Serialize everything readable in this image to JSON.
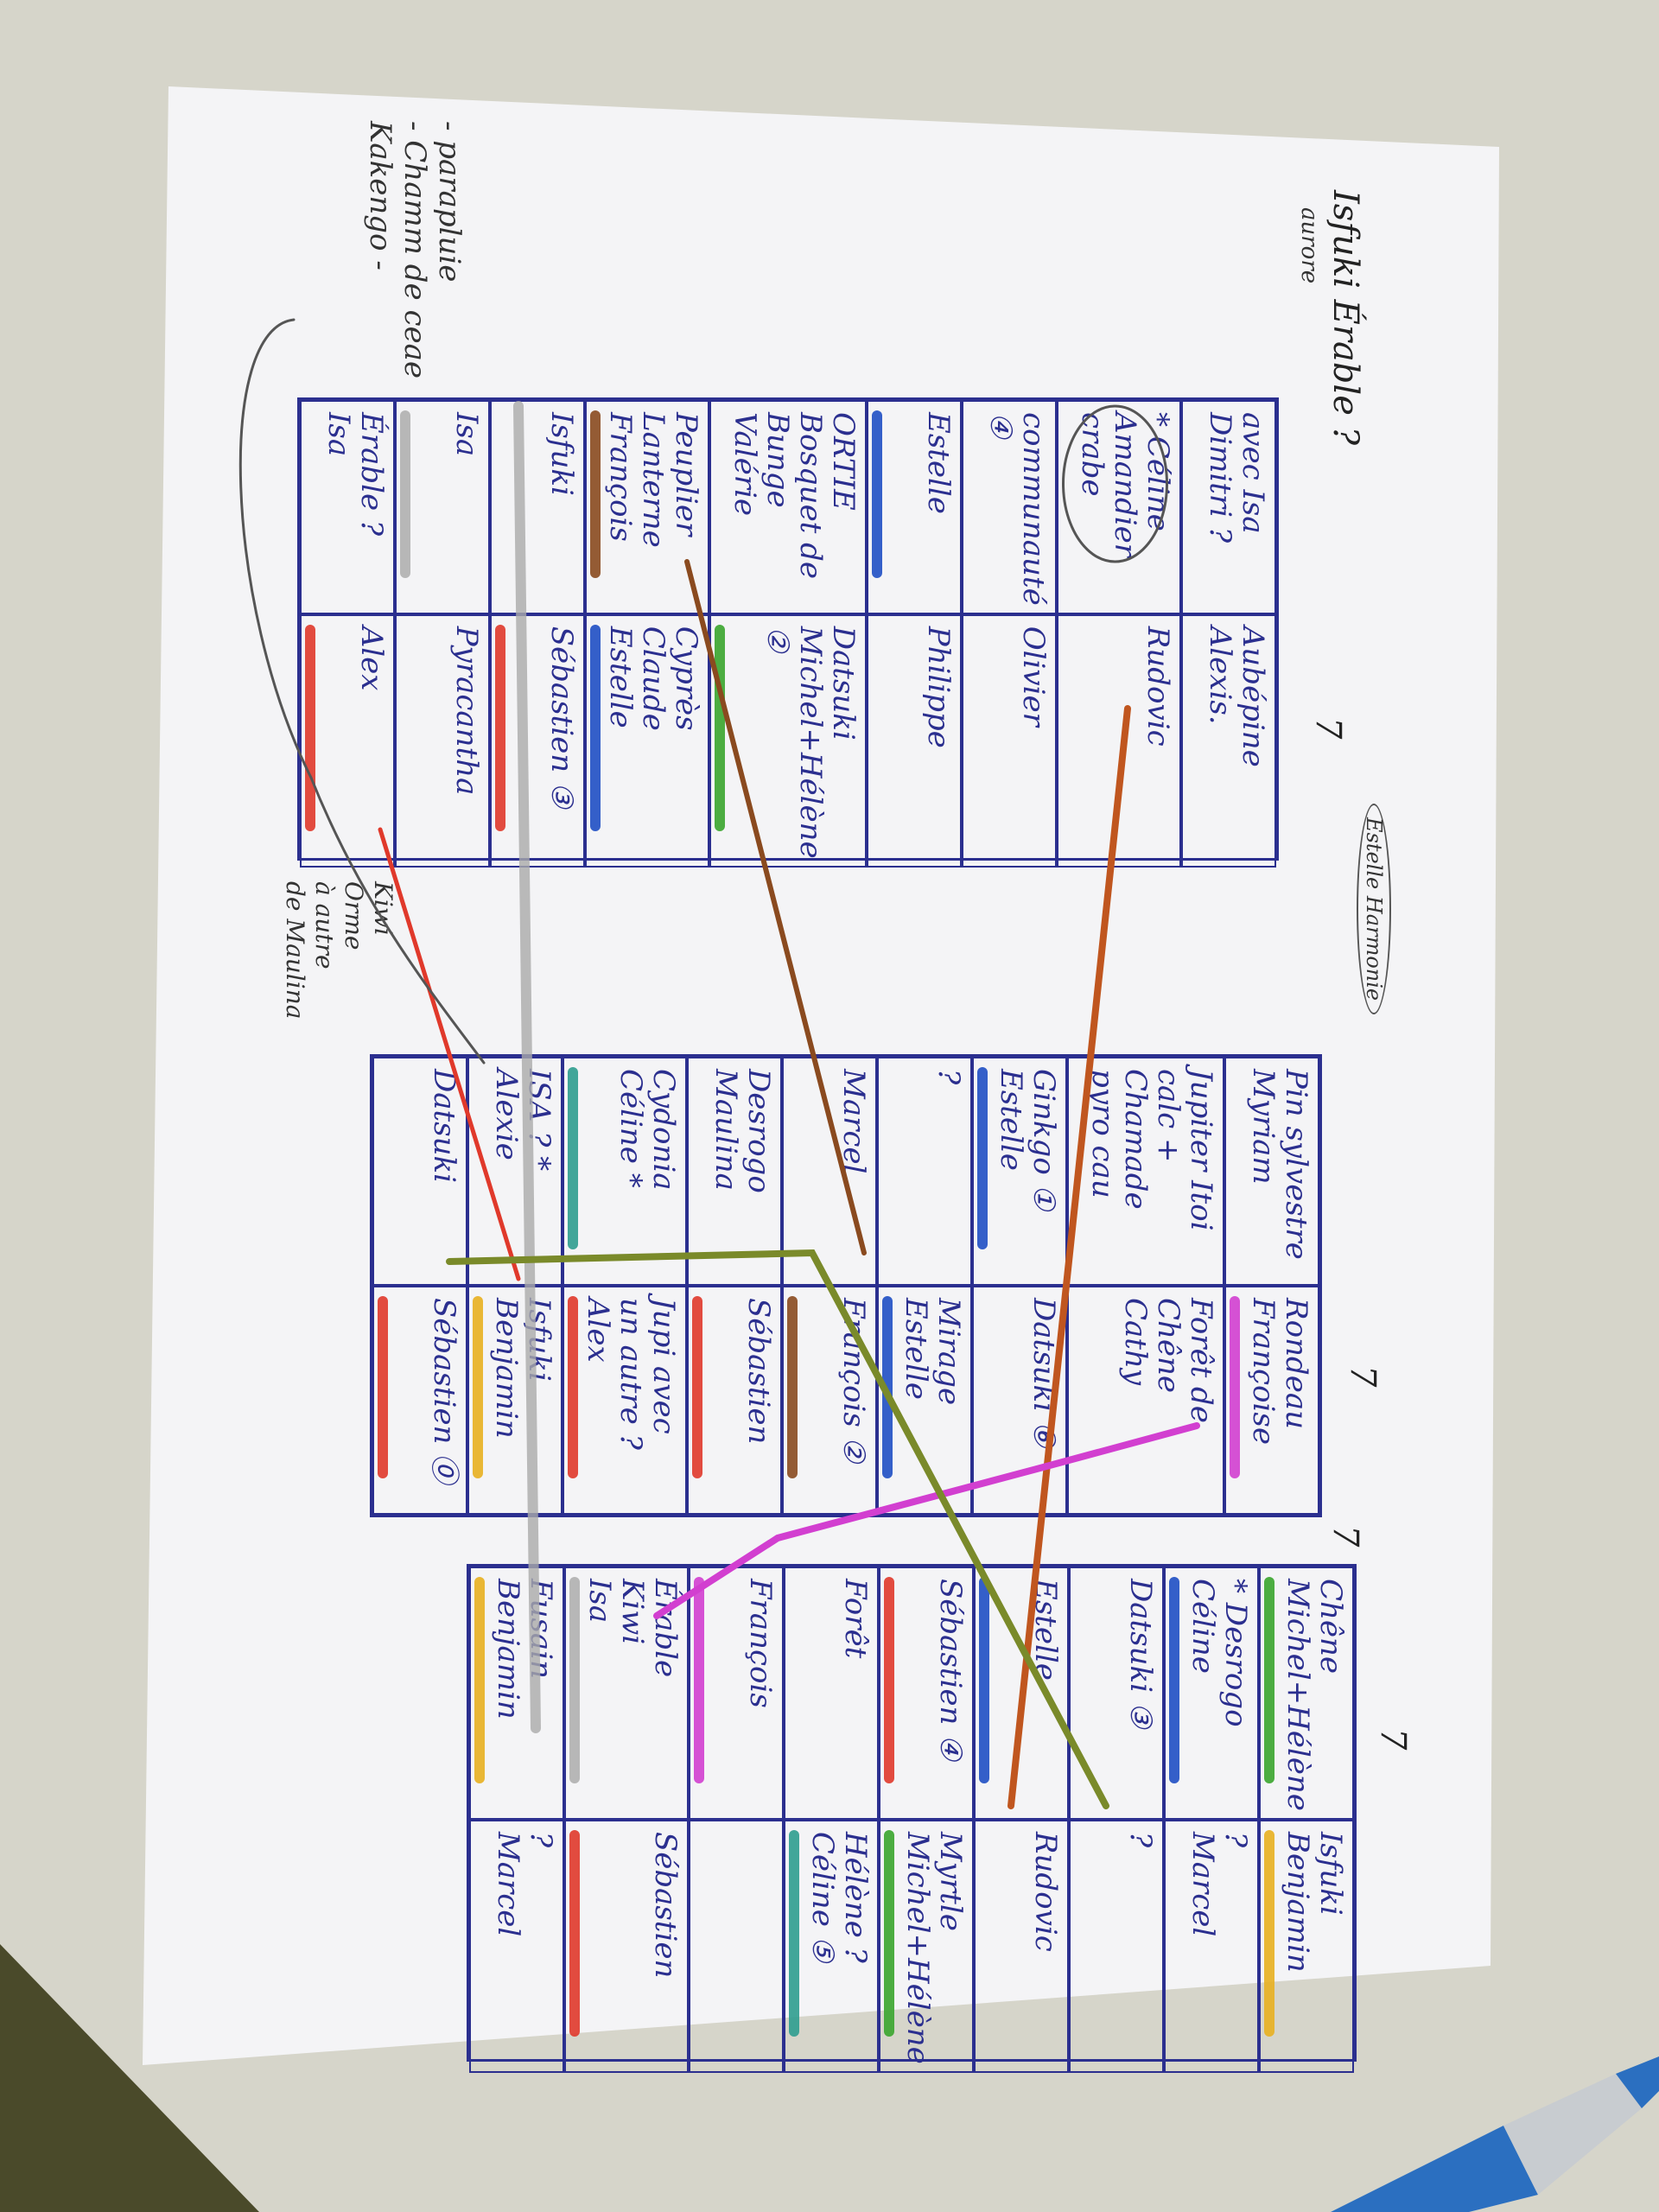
{
  "title": "Isfuki Érable ?",
  "subtitle": "aurore",
  "side_notes": "- parapluie\n- Chamm de ceae\nKakengo -",
  "middle_note": "Kiwi\nOrme\nà autre\nde Maulina",
  "circled_note": "Estelle Harmonie",
  "table_marks": [
    "7",
    "7",
    "7",
    "7"
  ],
  "tables": [
    {
      "rows": [
        [
          {
            "t": "avec Isa\nDimitri ?"
          },
          {
            "t": "Aubépine\nAlexis."
          }
        ],
        [
          {
            "t": "* Céline\nAmandier crabe"
          },
          {
            "t": "Rudovic"
          }
        ],
        [
          {
            "t": "communauté ④"
          },
          {
            "t": "Olivier"
          }
        ],
        [
          {
            "t": "Estelle",
            "m": "#1f4fc4"
          },
          {
            "t": "Philippe"
          }
        ],
        [
          {
            "t": "ORTIE\nBosquet de Bunge\nValérie"
          },
          {
            "t": "Datsuki\nMichel+Hélène ②",
            "m": "#3aa52e"
          }
        ],
        [
          {
            "t": "Peuplier\nLanterne\nFrançois",
            "m": "#8a4a1f"
          },
          {
            "t": "Cyprès\nClaude\nEstelle",
            "m": "#1f4fc4"
          }
        ],
        [
          {
            "t": "Isfuki"
          },
          {
            "t": "Sébastien ③",
            "m": "#e0392b"
          }
        ],
        [
          {
            "t": "Isa",
            "m": "#b0b0b0"
          },
          {
            "t": "Pyracantha"
          }
        ],
        [
          {
            "t": "Érable ?\nIsa"
          },
          {
            "t": "Alex",
            "m": "#e0392b"
          }
        ]
      ]
    },
    {
      "rows": [
        [
          {
            "t": "Pin sylvestre\nMyriam"
          },
          {
            "t": "Rondeau\nFrançoise",
            "m": "#d23fd0"
          }
        ],
        [
          {
            "t": "Jupiter Itoi\ncalc + Chamade\npyro cau"
          },
          {
            "t": "Forêt de Chêne\nCathy"
          }
        ],
        [
          {
            "t": "Ginkgo ①\nEstelle",
            "m": "#1f4fc4"
          },
          {
            "t": "Datsuki ⑥"
          }
        ],
        [
          {
            "t": "?"
          },
          {
            "t": "Mirage\nEstelle",
            "m": "#1f4fc4"
          }
        ],
        [
          {
            "t": "Marcel."
          },
          {
            "t": "François ②",
            "m": "#8a4a1f"
          }
        ],
        [
          {
            "t": "Desrogo\nMaulina"
          },
          {
            "t": "Sébastien",
            "m": "#e0392b"
          }
        ],
        [
          {
            "t": "Cydonia\nCéline *",
            "m": "#2f9d8f"
          },
          {
            "t": "Jupi avec\nun autre ?\nAlex",
            "m": "#e0392b"
          }
        ],
        [
          {
            "t": "ISA ? *\nAlexie"
          },
          {
            "t": "Isfuki\nBenjamin",
            "m": "#e8b020"
          }
        ],
        [
          {
            "t": "Datsuki"
          },
          {
            "t": "Sébastien ⓪",
            "m": "#e0392b"
          }
        ]
      ]
    },
    {
      "rows": [
        [
          {
            "t": "Chêne\nMichel+Hélène",
            "m": "#3aa52e"
          },
          {
            "t": "Isfuki\nBenjamin",
            "m": "#e8b020"
          }
        ],
        [
          {
            "t": "* Desrogo\nCéline",
            "m": "#1f4fc4"
          },
          {
            "t": "?\nMarcel"
          }
        ],
        [
          {
            "t": "Datsuki ③"
          },
          {
            "t": "?"
          }
        ],
        [
          {
            "t": "Estelle",
            "m": "#1f4fc4"
          },
          {
            "t": "Rudovic"
          }
        ],
        [
          {
            "t": "Sébastien ④",
            "m": "#e0392b"
          },
          {
            "t": "Myrtle\nMichel+Hélène",
            "m": "#3aa52e"
          }
        ],
        [
          {
            "t": "Forêt"
          },
          {
            "t": "Hélène ?\nCéline ⑤",
            "m": "#2f9d8f"
          }
        ],
        [
          {
            "t": "François",
            "m": "#d23fd0"
          },
          {
            "t": ""
          }
        ],
        [
          {
            "t": "Érable\nKiwi\nIsa",
            "m": "#b0b0b0"
          },
          {
            "t": "Sébastien",
            "m": "#e0392b"
          }
        ],
        [
          {
            "t": "Fusain\nBenjamin",
            "m": "#e8b020"
          },
          {
            "t": "?\nMarcel"
          }
        ]
      ]
    }
  ]
}
